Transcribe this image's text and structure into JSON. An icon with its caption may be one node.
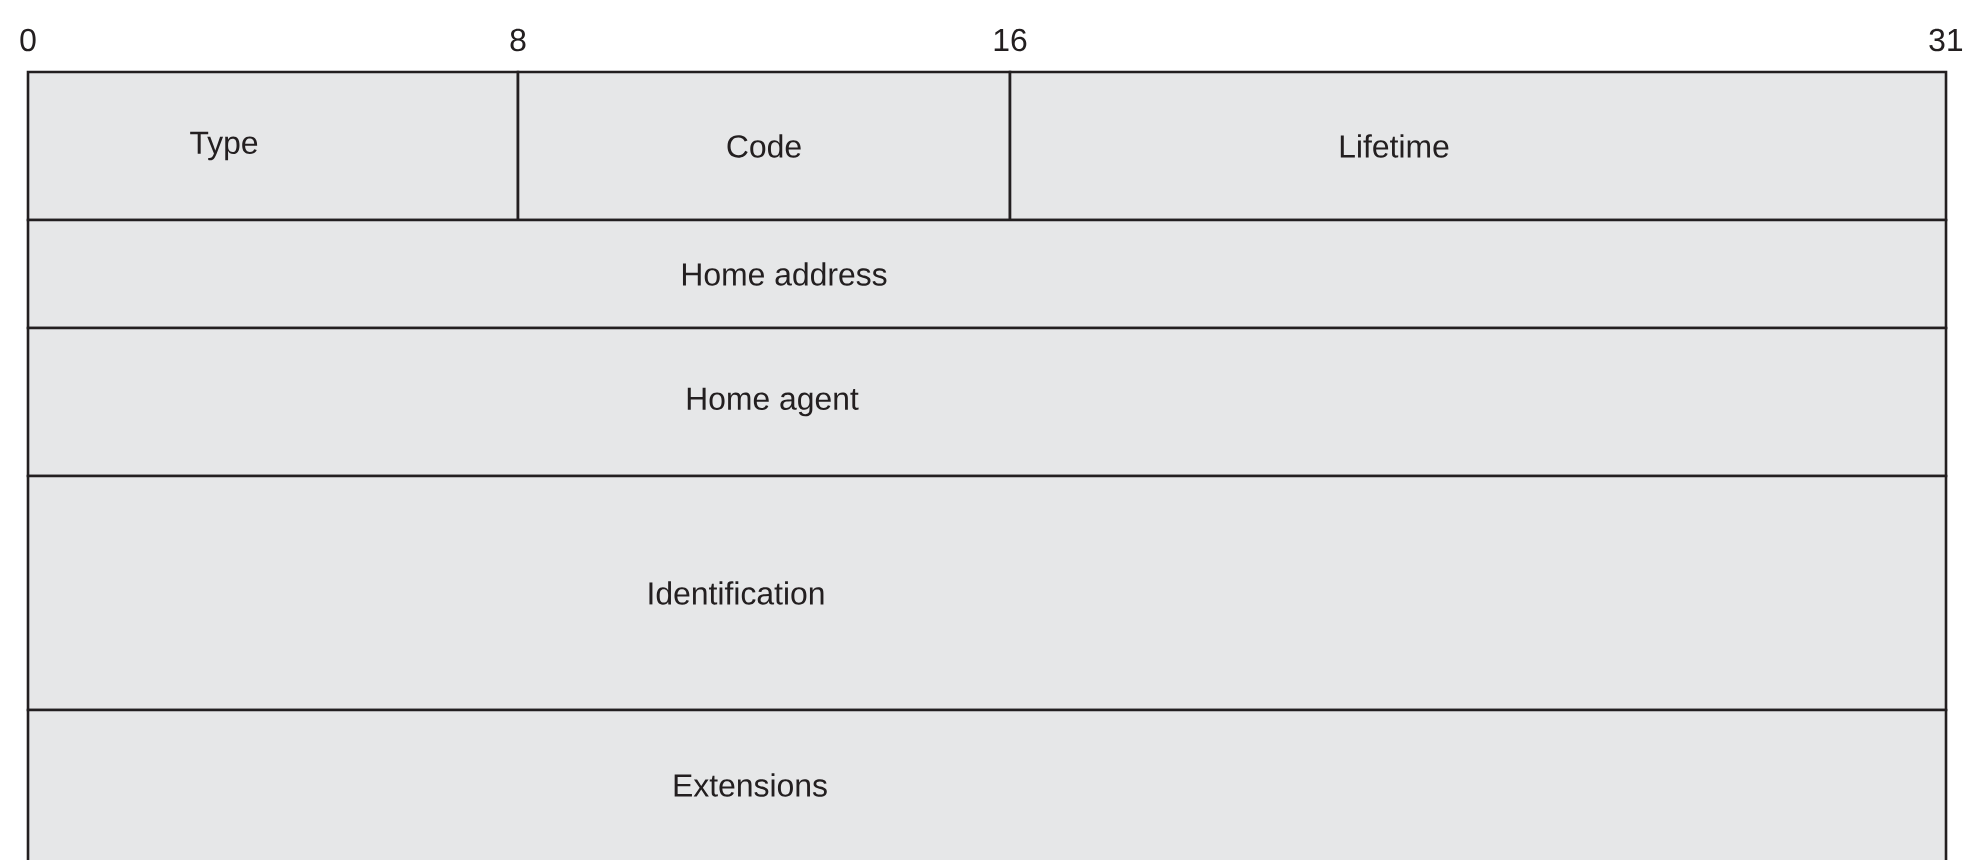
{
  "diagram": {
    "nodes": [
      {
        "text": [
          "Type"
        ]
      },
      {
        "text": [
          "Code"
        ]
      },
      {
        "text": [
          "Lifetime"
        ]
      },
      {
        "text": [
          "Home address"
        ]
      },
      {
        "text": [
          "Home agent"
        ]
      },
      {
        "text": [
          "Identification"
        ]
      },
      {
        "text": [
          "Extensions"
        ]
      }
    ],
    "labels": [
      "0",
      "8",
      "16",
      "31"
    ]
  }
}
